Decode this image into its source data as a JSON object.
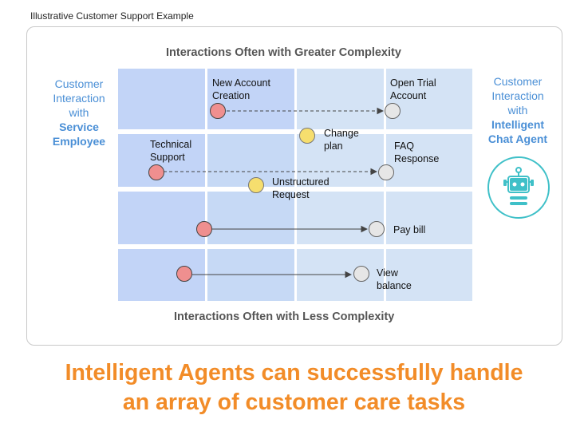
{
  "caption": "Illustrative Customer Support Example",
  "diagram": {
    "top_header": "Interactions Often with Greater Complexity",
    "bottom_header": "Interactions Often with Less Complexity",
    "left_label": {
      "line1": "Customer",
      "line2": "Interaction",
      "line3": "with",
      "bold1": "Service",
      "bold2": "Employee"
    },
    "right_label": {
      "line1": "Customer",
      "line2": "Interaction",
      "line3": "with",
      "bold1": "Intelligent",
      "bold2": "Chat Agent"
    },
    "tasks": {
      "new_account": {
        "line1": "New Account",
        "line2": "Creation"
      },
      "open_trial": {
        "line1": "Open Trial",
        "line2": "Account"
      },
      "change_plan": {
        "line1": "Change",
        "line2": "plan"
      },
      "technical_support": {
        "line1": "Technical",
        "line2": "Support"
      },
      "faq_response": {
        "line1": "FAQ",
        "line2": "Response"
      },
      "unstructured_request": {
        "line1": "Unstructured",
        "line2": "Request"
      },
      "pay_bill": {
        "line1": "Pay bill"
      },
      "view_balance": {
        "line1": "View",
        "line2": "balance"
      }
    },
    "colors": {
      "band_dark": "#c2d4f7",
      "band_light": "#d4e3f5",
      "left_label": "#4a8fd6",
      "robot": "#3fc0c8",
      "dot_red": "#ef8f8f",
      "dot_yellow": "#f6de6e",
      "dot_grey": "#e6e6e6"
    },
    "robot_icon": "robot-icon"
  },
  "headline": {
    "line1": "Intelligent Agents can successfully handle",
    "line2": "an array of customer care tasks",
    "color": "#f28c28"
  }
}
